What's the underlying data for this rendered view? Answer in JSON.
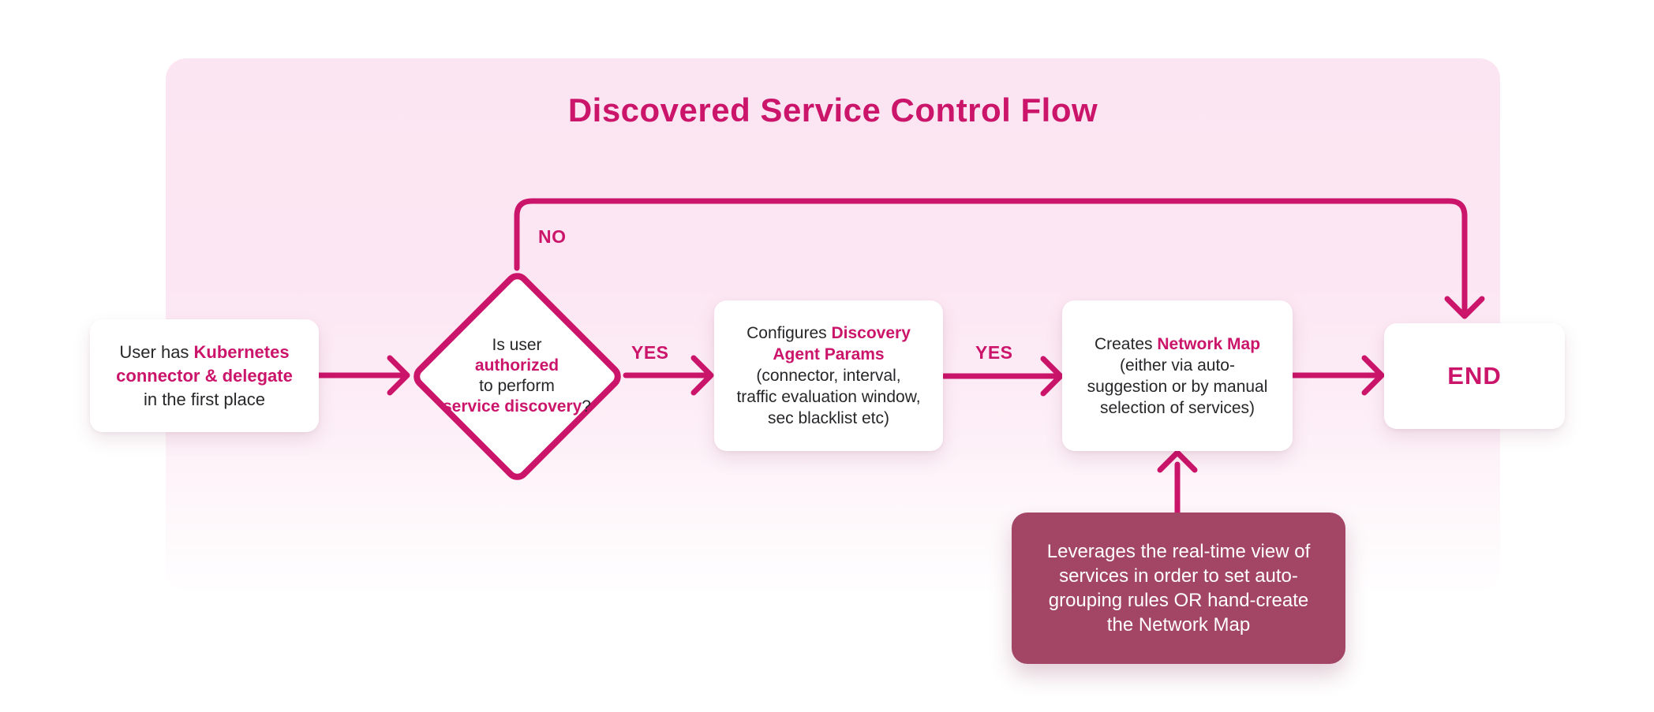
{
  "title": "Discovered Service Control Flow",
  "colors": {
    "accent": "#CB156B",
    "note_bg": "#A34564",
    "text_dark": "#27272A",
    "container_top": "#FCE6F3",
    "node_bg": "#FFFFFF"
  },
  "labels": {
    "yes1": "YES",
    "yes2": "YES",
    "no": "NO"
  },
  "nodes": {
    "start": {
      "lines": [
        [
          {
            "text": "User has ",
            "accent": false
          },
          {
            "text": "Kubernetes",
            "accent": true
          }
        ],
        [
          {
            "text": "connector & delegate",
            "accent": true
          }
        ],
        [
          {
            "text": "in the first place",
            "accent": false
          }
        ]
      ]
    },
    "decision": {
      "lines": [
        [
          {
            "text": "Is user",
            "accent": false
          }
        ],
        [
          {
            "text": "authorized",
            "accent": true
          }
        ],
        [
          {
            "text": "to perform",
            "accent": false
          }
        ],
        [
          {
            "text": "service discovery",
            "accent": true
          },
          {
            "text": "?",
            "accent": false
          }
        ]
      ]
    },
    "configure": {
      "lines": [
        [
          {
            "text": "Configures ",
            "accent": false
          },
          {
            "text": "Discovery",
            "accent": true
          }
        ],
        [
          {
            "text": "Agent Params",
            "accent": true
          }
        ],
        [
          {
            "text": "(connector, interval,",
            "accent": false
          }
        ],
        [
          {
            "text": "traffic evaluation window,",
            "accent": false
          }
        ],
        [
          {
            "text": "sec blacklist etc)",
            "accent": false
          }
        ]
      ]
    },
    "create": {
      "lines": [
        [
          {
            "text": "Creates ",
            "accent": false
          },
          {
            "text": "Network Map",
            "accent": true
          }
        ],
        [
          {
            "text": "(either via auto-",
            "accent": false
          }
        ],
        [
          {
            "text": "suggestion or by manual",
            "accent": false
          }
        ],
        [
          {
            "text": "selection of services)",
            "accent": false
          }
        ]
      ]
    },
    "end": {
      "label": "END"
    },
    "note": {
      "lines": [
        "Leverages the real-time view of",
        "services in order to set auto-",
        "grouping rules OR hand-create",
        "the Network Map"
      ]
    }
  }
}
